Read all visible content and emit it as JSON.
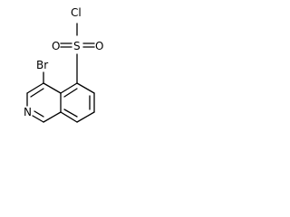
{
  "molecule": {
    "labels": {
      "chlorine": "Cl",
      "sulfur": "S",
      "oxygen_left": "O",
      "oxygen_right": "O",
      "bromine": "Br",
      "nitrogen": "N"
    }
  }
}
